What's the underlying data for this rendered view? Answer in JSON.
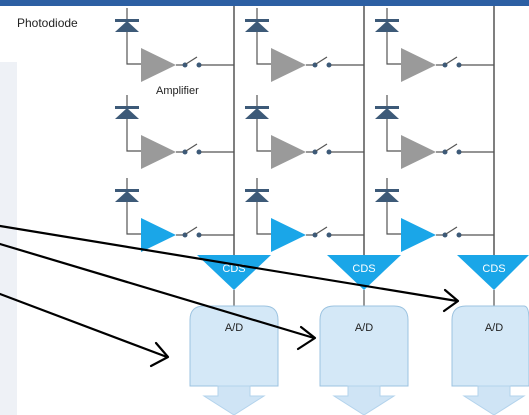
{
  "labels": {
    "photodiode": "Photodiode",
    "amplifier": "Amplifier",
    "cds": "CDS",
    "adc": "A/D"
  },
  "pixel_array": {
    "rows": 3,
    "columns": 3,
    "highlighted_row": 3
  },
  "colors": {
    "background": "#ffffff",
    "top_bar": "#2c5fa3",
    "side_panel": "#eef1f6",
    "column_line": "#555555",
    "photodiode": "#3d5a78",
    "amplifier_idle": "#9a9a9a",
    "amplifier_active": "#1aa6e8",
    "cds_fill": "#1aa6e8",
    "adc_fill": "#d4e8f7",
    "adc_stroke": "#9cc3e0",
    "output_arrow": "#cfe4f5",
    "pointer_arrow": "#000000"
  }
}
